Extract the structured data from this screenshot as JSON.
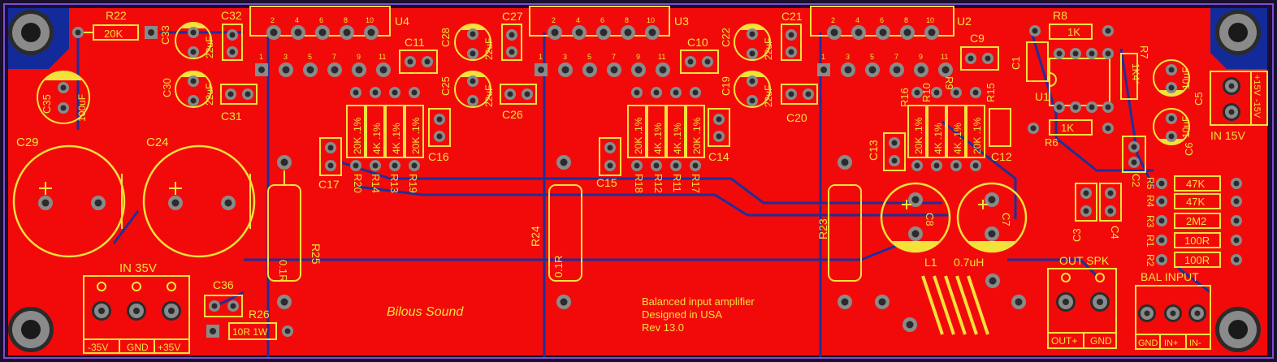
{
  "board": {
    "colors": {
      "background": "#1a0f2e",
      "board_outline": "#7d4fd0",
      "copper": "#f20a0a",
      "silkscreen": "#f3e23a",
      "trace": "#1f2f99",
      "pad": "#8a8a8a",
      "hole": "#2b2b2b",
      "mounting_corner": "#132b9a"
    },
    "icons": {
      "mounting_hole": "mounting-hole-icon",
      "polarity_plus": "plus-icon"
    }
  },
  "ics": [
    {
      "ref": "U4",
      "pins": [
        "2",
        "4",
        "6",
        "8",
        "10"
      ],
      "bottom_pins": [
        "1",
        "3",
        "5",
        "7",
        "9",
        "11"
      ]
    },
    {
      "ref": "U3",
      "pins": [
        "2",
        "4",
        "6",
        "8",
        "10"
      ],
      "bottom_pins": [
        "1",
        "3",
        "5",
        "7",
        "9",
        "11"
      ]
    },
    {
      "ref": "U2",
      "pins": [
        "2",
        "4",
        "6",
        "8",
        "10"
      ],
      "bottom_pins": [
        "1",
        "3",
        "5",
        "7",
        "9",
        "11"
      ]
    }
  ],
  "labels": {
    "R22": "R22",
    "R22_val": "20K",
    "C33": "C33",
    "C33_val": "22uF",
    "C32": "C32",
    "C30": "C30",
    "C30_val": "22uF",
    "C31": "C31",
    "C35": "C35",
    "C35_val": "100uF",
    "C29": "C29",
    "C24": "C24",
    "C27": "C27",
    "C28": "C28",
    "C28_val": "22uF",
    "C25": "C25",
    "C25_val": "22uF",
    "C26": "C26",
    "C11": "C11",
    "C10": "C10",
    "C9": "C9",
    "C21": "C21",
    "C22": "C22",
    "C22_val": "22uF",
    "C19": "C19",
    "C19_val": "22uF",
    "C20": "C20",
    "C16": "C16",
    "C17": "C17",
    "C14": "C14",
    "C15": "C15",
    "C13": "C13",
    "C12": "C12",
    "R20": "R20",
    "R14": "R14",
    "R13": "R13",
    "R19": "R19",
    "R18": "R18",
    "R12": "R12",
    "R11": "R11",
    "R17": "R17",
    "R16": "R16",
    "R10": "R10",
    "R9": "R9",
    "R15": "R15",
    "R25": "R25",
    "R25_val": "0.1R",
    "R24": "R24",
    "R24_val": "0.1R",
    "R23": "R23",
    "C8": "C8",
    "C7": "C7",
    "R8": "R8",
    "R8_val": "1K",
    "R7": "R7",
    "R7_val": "1K4*",
    "U1": "U1",
    "C1": "C1",
    "R6": "R6",
    "R6_val": "1K",
    "C5": "C5",
    "C5_val": "10uF",
    "C6": "C6",
    "C6_val": "10uF",
    "C2": "C2",
    "C3": "C3",
    "C4": "C4",
    "R5": "R5",
    "R5_val": "47K",
    "R4": "R4",
    "R4_val": "47K",
    "R3": "R3",
    "R3_val": "2M2",
    "R1": "R1",
    "R1_val": "100R",
    "R2": "R2",
    "R2_val": "100R",
    "C36": "C36",
    "R26": "R26",
    "R26_val": "10R 1W",
    "L1": "L1",
    "L1_val": "0.7uH",
    "ptc_20k": "20K .1%",
    "ptc_4k": "4K .1%"
  },
  "connectors": {
    "in35": {
      "title": "IN 35V",
      "pins": [
        "-35V",
        "GND",
        "+35V"
      ]
    },
    "in15": {
      "title": "IN 15V",
      "pins": [
        "+15V",
        "-15V"
      ]
    },
    "out_spk": {
      "title": "OUT SPK",
      "pins": [
        "OUT+",
        "GND"
      ]
    },
    "bal_input": {
      "title": "BAL INPUT",
      "pins": [
        "GND",
        "IN+",
        "IN-"
      ]
    }
  },
  "branding": {
    "maker": "Bilous Sound",
    "notes": [
      "Balanced input amplifier",
      "Designed in USA",
      "Rev 13.0"
    ]
  }
}
